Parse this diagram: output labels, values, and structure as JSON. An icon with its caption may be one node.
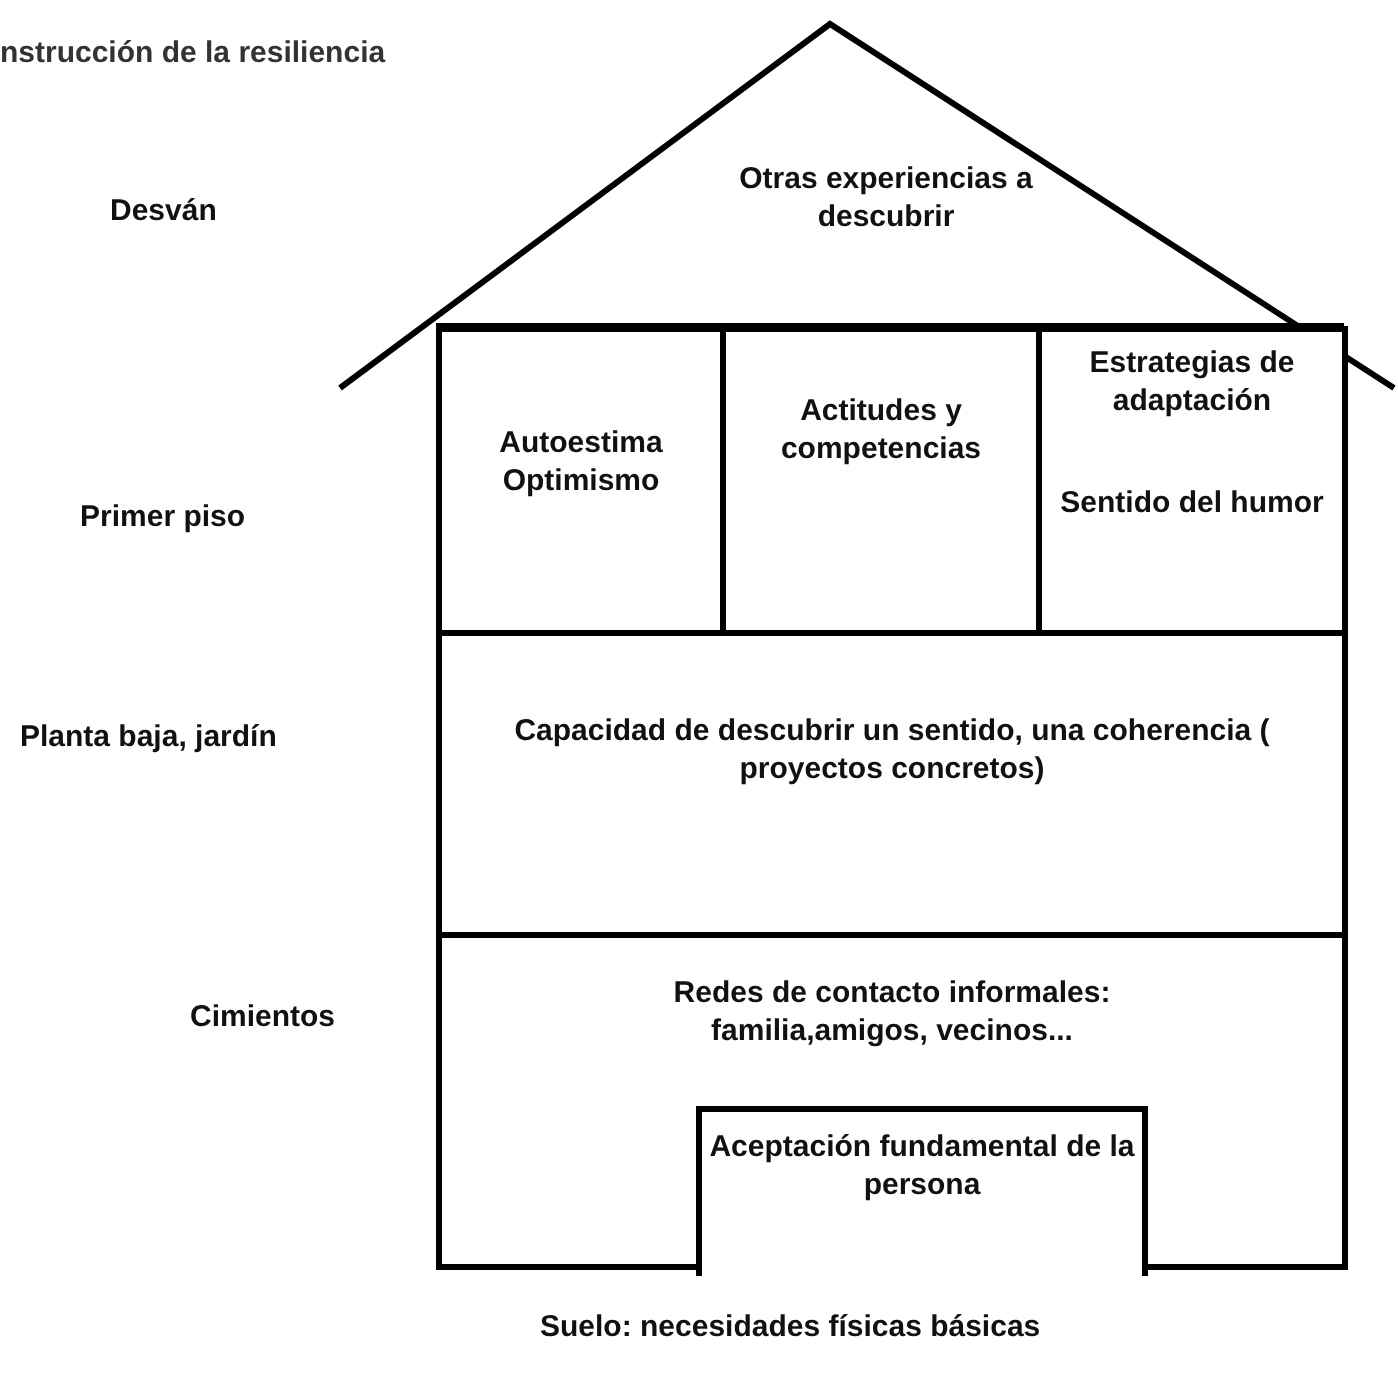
{
  "diagram": {
    "title": "nstrucción de la resiliencia",
    "nodes": [
      {
        "text": [
          "Otras experiencias a descubrir"
        ]
      },
      {
        "text": [
          "Autoestima Optimismo"
        ]
      },
      {
        "text": [
          "Actitudes y competencias"
        ]
      },
      {
        "text": [
          "Estrategias de adaptación",
          "Sentido del humor"
        ]
      },
      {
        "text": [
          "Capacidad de descubrir un sentido, una coherencia ( proyectos concretos)"
        ]
      },
      {
        "text": [
          "Redes de contacto informales: familia,amigos, vecinos..."
        ]
      },
      {
        "text": [
          "Aceptación fundamental de la persona"
        ],
        "in": 5
      }
    ],
    "labels": [
      "Desván",
      "Primer piso",
      "Planta baja, jardín",
      "Cimientos",
      "Suelo: necesidades físicas básicas"
    ]
  }
}
